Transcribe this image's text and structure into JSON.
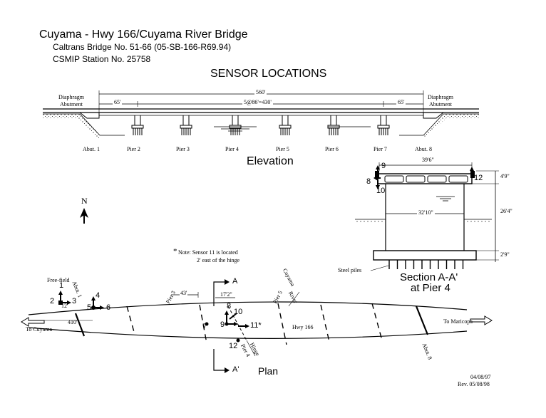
{
  "header": {
    "title": "Cuyama - Hwy 166/Cuyama River Bridge",
    "line1": "Caltrans Bridge No. 51-66 (05-SB-166-R69.94)",
    "line2": "CSMIP Station No. 25758"
  },
  "heading": "SENSOR LOCATIONS",
  "elevation": {
    "caption": "Elevation",
    "total_length": "560'",
    "end_span_left": "65'",
    "end_span_right": "65'",
    "mid_spans": "5@86'=430'",
    "abut_left_label": [
      "Diaphragm",
      "Abutment"
    ],
    "abut_right_label": [
      "Diaphragm",
      "Abutment"
    ],
    "supports": [
      "Abut. 1",
      "Pier 2",
      "Pier 3",
      "Pier 4",
      "Pier 5",
      "Pier 6",
      "Pier 7",
      "Abut. 8"
    ]
  },
  "section": {
    "caption": [
      "Section A-A'",
      "at Pier 4"
    ],
    "width": "39'6\"",
    "depth": "4'9\"",
    "pier_height": "26'4\"",
    "footing_depth": "2'9\"",
    "pier_width": "32'10\"",
    "piles_label": "Steel piles",
    "sensors": [
      "9",
      "8",
      "10",
      "12"
    ]
  },
  "north": "N",
  "note": [
    "Note: Sensor 11 is located",
    "2' east of the hinge"
  ],
  "note_mark": "*",
  "plan": {
    "caption": "Plan",
    "freefield": "Free-field",
    "freefield_sensors": [
      "1",
      "2",
      "3"
    ],
    "freefield_offset": "12'",
    "freefield_distance": "410'",
    "abut1_sensors": [
      "4",
      "5",
      "6"
    ],
    "abut1_label": "Abut. 1",
    "abut8_label": "Abut. 8",
    "to_left": "To Cuyama",
    "to_right": "To Maricopa",
    "pier3": "Pier 3",
    "pier3_dim": "43'",
    "pier4": "Pier 4",
    "pier5": "Pier 5",
    "hinge": "Hinge",
    "hinge_dim": "17'2\"",
    "river": [
      "Cuyama",
      "River"
    ],
    "hwy": "Hwy 166",
    "section_mark": "A",
    "section_mark2": "A'",
    "deck_sensors": [
      "7",
      "8",
      "9",
      "10",
      "11*",
      "12"
    ]
  },
  "dates": [
    "04/08/97",
    "Rev. 05/08/98"
  ]
}
